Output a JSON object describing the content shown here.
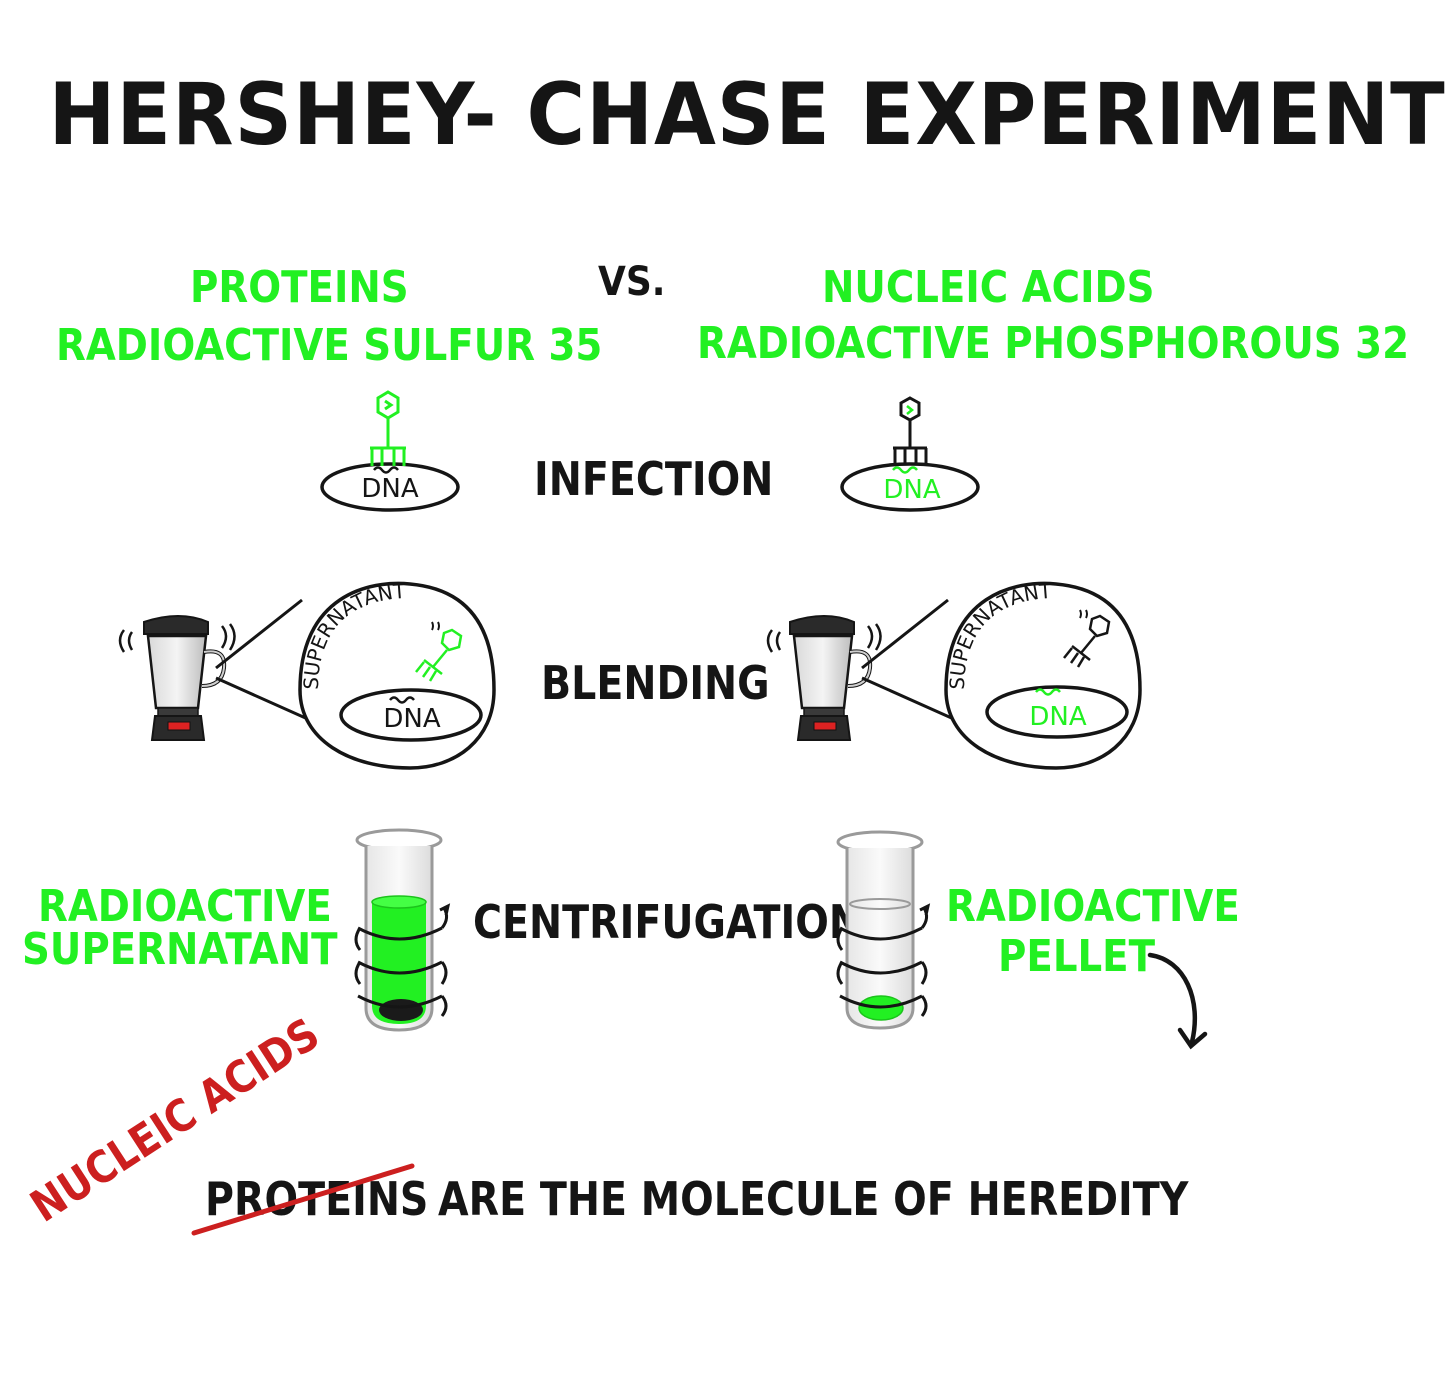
{
  "colors": {
    "green": "#22f022",
    "red": "#cc1f1f",
    "ink": "#151515"
  },
  "title": "HERSHEY- CHASE  EXPERIMENT",
  "vs": "VS.",
  "left": {
    "heading": "PROTEINS",
    "isotope": "RADIOACTIVE  SULFUR 35",
    "infection_dna": "DNA",
    "blending_supernatant": "SUPERNATANT",
    "blending_dna": "DNA",
    "result_line1": "RADIOACTIVE",
    "result_line2": "SUPERNATANT"
  },
  "right": {
    "heading": "NUCLEIC  ACIDS",
    "isotope": "RADIOACTIVE  PHOSPHOROUS 32",
    "infection_dna": "DNA",
    "blending_supernatant": "SUPERNATANT",
    "blending_dna": "DNA",
    "result_line1": "RADIOACTIVE",
    "result_line2": "PELLET"
  },
  "steps": {
    "infection": "INFECTION",
    "blending": "BLENDING",
    "centrifugation": "CENTRIFUGATION"
  },
  "conclusion": {
    "correction": "NUCLEIC  ACIDS",
    "struck": "PROTEINS",
    "rest": "ARE  THE  MOLECULE  OF  HEREDITY"
  }
}
